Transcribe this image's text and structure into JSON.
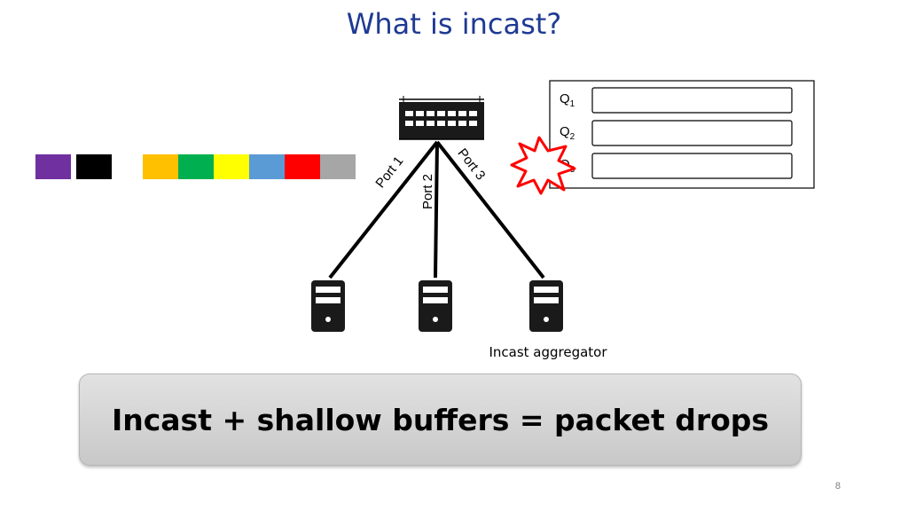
{
  "title": "What is incast?",
  "queues": [
    {
      "letter": "Q",
      "sub": "1"
    },
    {
      "letter": "Q",
      "sub": "2"
    },
    {
      "letter": "Q",
      "sub": "3"
    }
  ],
  "ports": [
    "Port 1",
    "Port 2",
    "Port 3"
  ],
  "packet_colors": {
    "early": [
      "#7030a0",
      "#000000"
    ],
    "incoming": [
      "#ffc000",
      "#00b050",
      "#ffff00",
      "#5b9bd5",
      "#ff0000",
      "#a6a6a6"
    ]
  },
  "drop_burst_colors": {
    "fill": "#ffffff",
    "stroke": "#ff0000"
  },
  "aggregator_label": "Incast aggregator",
  "callout": "Incast + shallow buffers = packet drops",
  "page_number": "8"
}
